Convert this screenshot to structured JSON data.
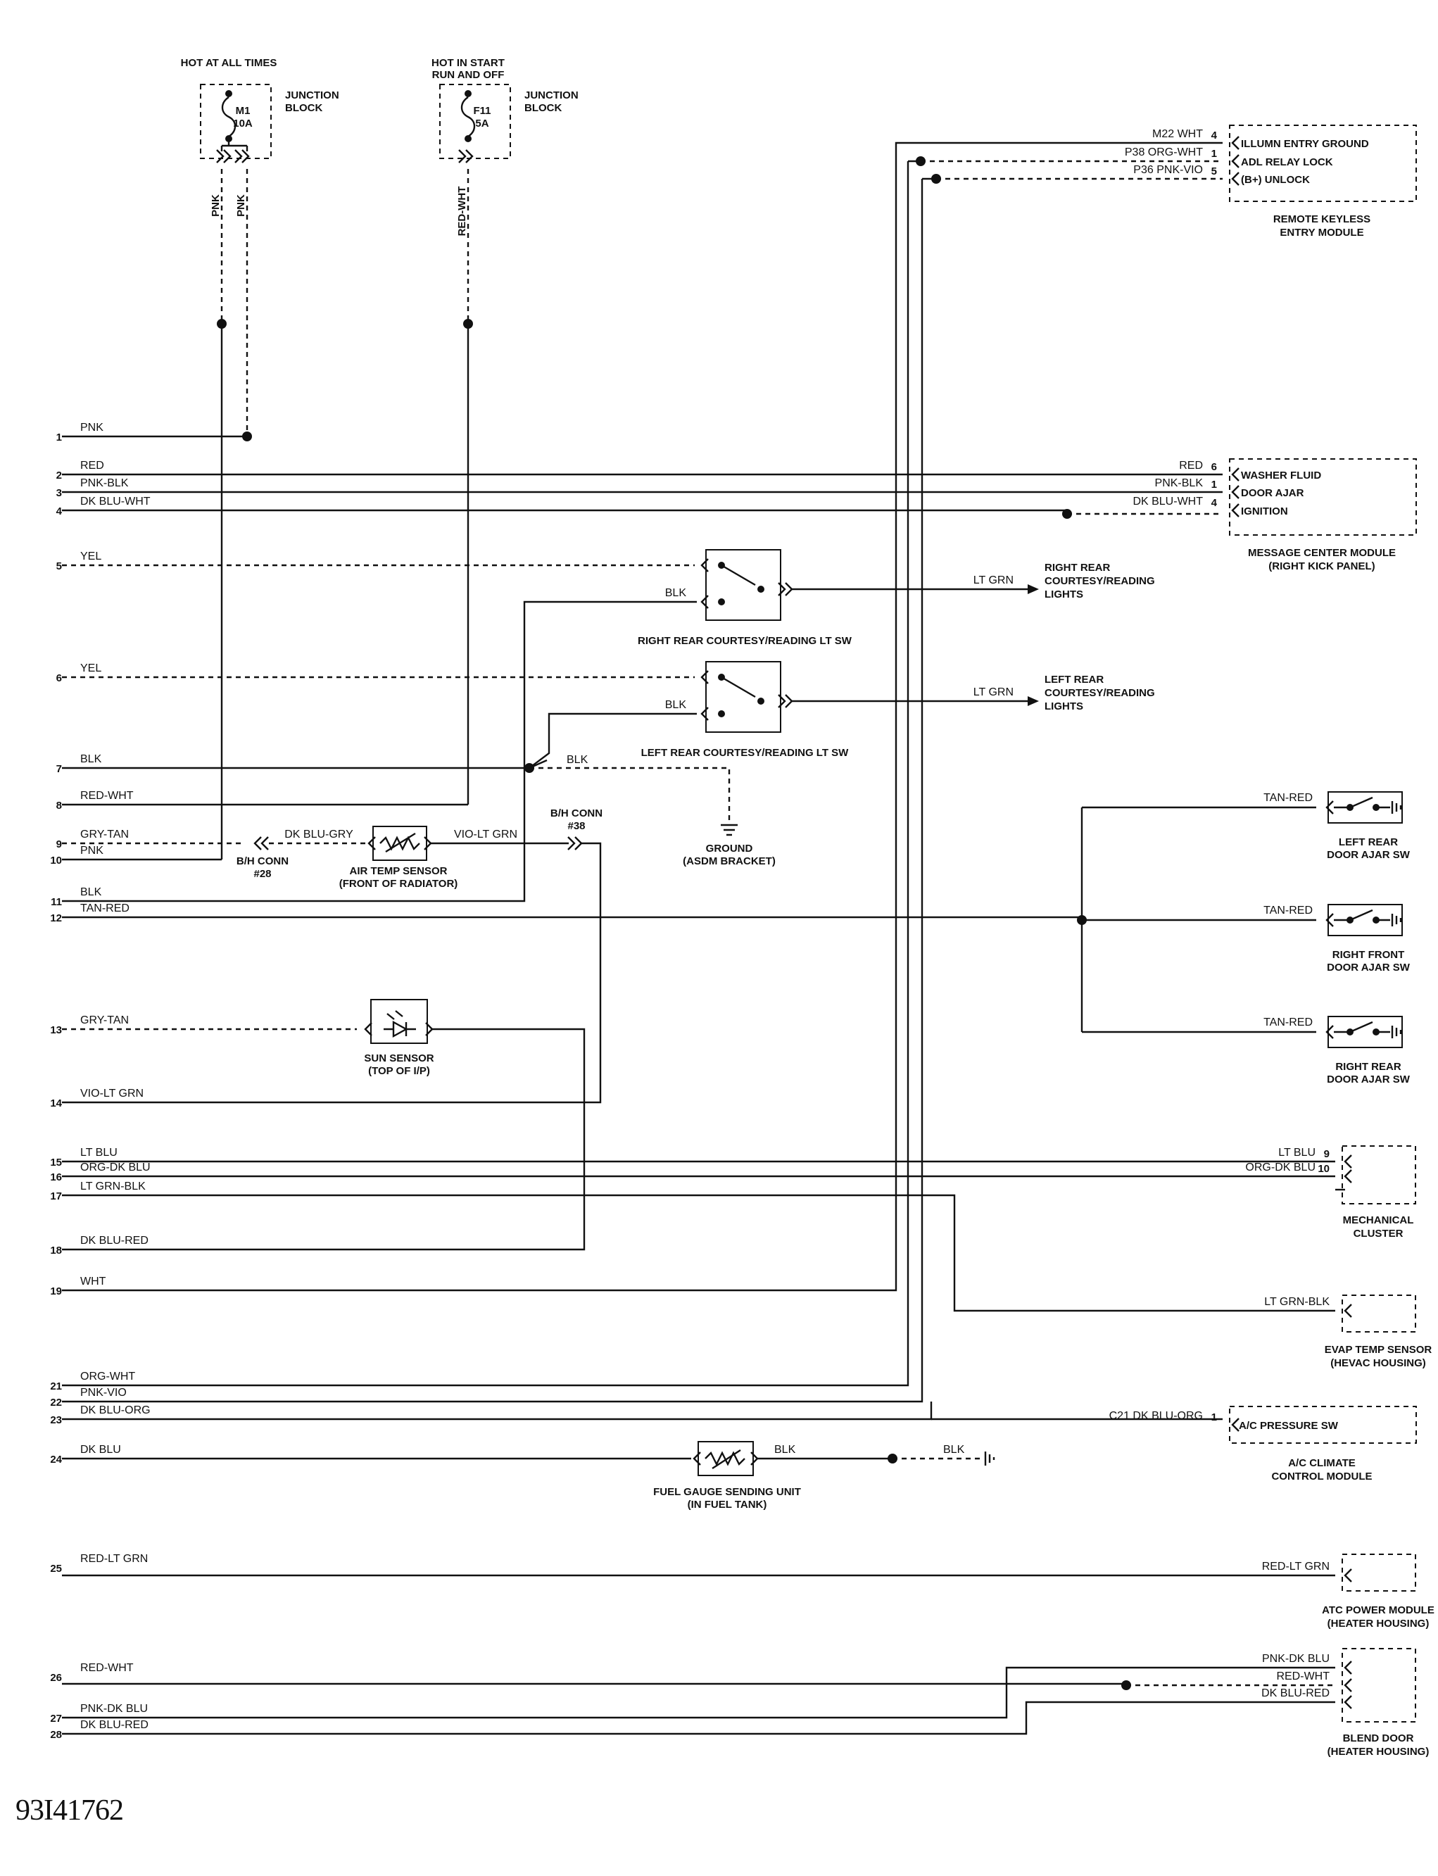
{
  "figure_id": "93I41762",
  "fuses": [
    {
      "name": "m1",
      "header": [
        "HOT AT ALL TIMES"
      ],
      "fuse": [
        "M1",
        "10A"
      ],
      "block": [
        "JUNCTION",
        "BLOCK"
      ],
      "wires": [
        "PNK",
        "PNK"
      ]
    },
    {
      "name": "f11",
      "header": [
        "HOT IN START",
        "RUN AND OFF"
      ],
      "fuse": [
        "F11",
        "5A"
      ],
      "block": [
        "JUNCTION",
        "BLOCK"
      ],
      "wires": [
        "RED-WHT"
      ]
    }
  ],
  "left_terminals": [
    {
      "pin": "1",
      "label": "PNK"
    },
    {
      "pin": "2",
      "label": "RED"
    },
    {
      "pin": "3",
      "label": "PNK-BLK"
    },
    {
      "pin": "4",
      "label": "DK BLU-WHT"
    },
    {
      "pin": "5",
      "label": "YEL"
    },
    {
      "pin": "6",
      "label": "YEL"
    },
    {
      "pin": "7",
      "label": "BLK"
    },
    {
      "pin": "8",
      "label": "RED-WHT"
    },
    {
      "pin": "9",
      "label": "GRY-TAN"
    },
    {
      "pin": "10",
      "label": "PNK"
    },
    {
      "pin": "11",
      "label": "BLK"
    },
    {
      "pin": "12",
      "label": "TAN-RED"
    },
    {
      "pin": "13",
      "label": "GRY-TAN"
    },
    {
      "pin": "14",
      "label": "VIO-LT GRN"
    },
    {
      "pin": "15",
      "label": "LT BLU"
    },
    {
      "pin": "16",
      "label": "ORG-DK BLU"
    },
    {
      "pin": "17",
      "label": "LT GRN-BLK"
    },
    {
      "pin": "18",
      "label": "DK BLU-RED"
    },
    {
      "pin": "19",
      "label": "WHT"
    },
    {
      "pin": "21",
      "label": "ORG-WHT"
    },
    {
      "pin": "22",
      "label": "PNK-VIO"
    },
    {
      "pin": "23",
      "label": "DK BLU-ORG"
    },
    {
      "pin": "24",
      "label": "DK BLU"
    },
    {
      "pin": "25",
      "label": "RED-LT GRN"
    },
    {
      "pin": "26",
      "label": "RED-WHT"
    },
    {
      "pin": "27",
      "label": "PNK-DK BLU"
    },
    {
      "pin": "28",
      "label": "DK BLU-RED"
    }
  ],
  "modules": [
    {
      "name": "remote-keyless-entry-module",
      "title": [
        "REMOTE KEYLESS",
        "ENTRY MODULE"
      ],
      "pins": [
        {
          "wire": "M22 WHT",
          "pin": "4",
          "func": "ILLUMN ENTRY GROUND"
        },
        {
          "wire": "P38 ORG-WHT",
          "pin": "1",
          "func": "ADL RELAY LOCK"
        },
        {
          "wire": "P36 PNK-VIO",
          "pin": "5",
          "func": "(B+) UNLOCK"
        }
      ]
    },
    {
      "name": "message-center-module",
      "title": [
        "MESSAGE CENTER MODULE",
        "(RIGHT KICK PANEL)"
      ],
      "pins": [
        {
          "wire": "RED",
          "pin": "6",
          "func": "WASHER FLUID"
        },
        {
          "wire": "PNK-BLK",
          "pin": "1",
          "func": "DOOR AJAR"
        },
        {
          "wire": "DK BLU-WHT",
          "pin": "4",
          "func": "IGNITION"
        }
      ]
    },
    {
      "name": "mechanical-cluster",
      "title": [
        "MECHANICAL",
        "CLUSTER"
      ],
      "pins": [
        {
          "wire": "LT BLU",
          "pin": "9",
          "func": ""
        },
        {
          "wire": "ORG-DK BLU",
          "pin": "10",
          "func": ""
        }
      ]
    },
    {
      "name": "evap-temp-sensor",
      "title": [
        "EVAP TEMP SENSOR",
        "(HEVAC HOUSING)"
      ],
      "pins": [
        {
          "wire": "LT GRN-BLK",
          "pin": "",
          "func": ""
        }
      ]
    },
    {
      "name": "ac-climate-control-module",
      "title": [
        "A/C CLIMATE",
        "CONTROL MODULE"
      ],
      "pins": [
        {
          "wire": "C21 DK BLU-ORG",
          "pin": "1",
          "func": "A/C PRESSURE SW"
        }
      ]
    },
    {
      "name": "atc-power-module",
      "title": [
        "ATC POWER MODULE",
        "(HEATER HOUSING)"
      ],
      "pins": [
        {
          "wire": "RED-LT GRN",
          "pin": "",
          "func": ""
        }
      ]
    },
    {
      "name": "blend-door",
      "title": [
        "BLEND DOOR",
        "(HEATER HOUSING)"
      ],
      "pins": [
        {
          "wire": "PNK-DK BLU",
          "pin": "",
          "func": ""
        },
        {
          "wire": "RED-WHT",
          "pin": "",
          "func": ""
        },
        {
          "wire": "DK BLU-RED",
          "pin": "",
          "func": ""
        }
      ]
    }
  ],
  "switches": [
    {
      "name": "right-rear-courtesy-reading-lt-sw",
      "label": "RIGHT REAR COURTESY/READING LT SW",
      "in_wire": "BLK",
      "out_wire": "LT GRN",
      "load": [
        "RIGHT REAR",
        "COURTESY/READING",
        "LIGHTS"
      ]
    },
    {
      "name": "left-rear-courtesy-reading-lt-sw",
      "label": "LEFT REAR COURTESY/READING LT SW",
      "in_wire": "BLK",
      "out_wire": "LT GRN",
      "load": [
        "LEFT REAR",
        "COURTESY/READING",
        "LIGHTS"
      ]
    }
  ],
  "door_switches": [
    {
      "name": "left-rear-door-ajar-sw",
      "wire": "TAN-RED",
      "label": [
        "LEFT REAR",
        "DOOR AJAR SW"
      ]
    },
    {
      "name": "right-front-door-ajar-sw",
      "wire": "TAN-RED",
      "label": [
        "RIGHT FRONT",
        "DOOR AJAR SW"
      ]
    },
    {
      "name": "right-rear-door-ajar-sw",
      "wire": "TAN-RED",
      "label": [
        "RIGHT REAR",
        "DOOR AJAR SW"
      ]
    }
  ],
  "components": {
    "ground": {
      "wire": "BLK",
      "label": [
        "GROUND",
        "(ASDM BRACKET)"
      ]
    },
    "bh_conn_28": {
      "label": [
        "B/H CONN",
        "#28"
      ],
      "wire": "DK BLU-GRY"
    },
    "bh_conn_38": {
      "label": [
        "B/H CONN",
        "#38"
      ]
    },
    "air_temp_sensor": {
      "label": [
        "AIR TEMP SENSOR",
        "(FRONT OF RADIATOR)"
      ],
      "out_wire": "VIO-LT GRN"
    },
    "sun_sensor": {
      "label": [
        "SUN SENSOR",
        "(TOP OF I/P)"
      ]
    },
    "fuel_gauge": {
      "label": [
        "FUEL GAUGE SENDING UNIT",
        "(IN FUEL TANK)"
      ],
      "wire1": "BLK",
      "wire2": "BLK"
    }
  }
}
